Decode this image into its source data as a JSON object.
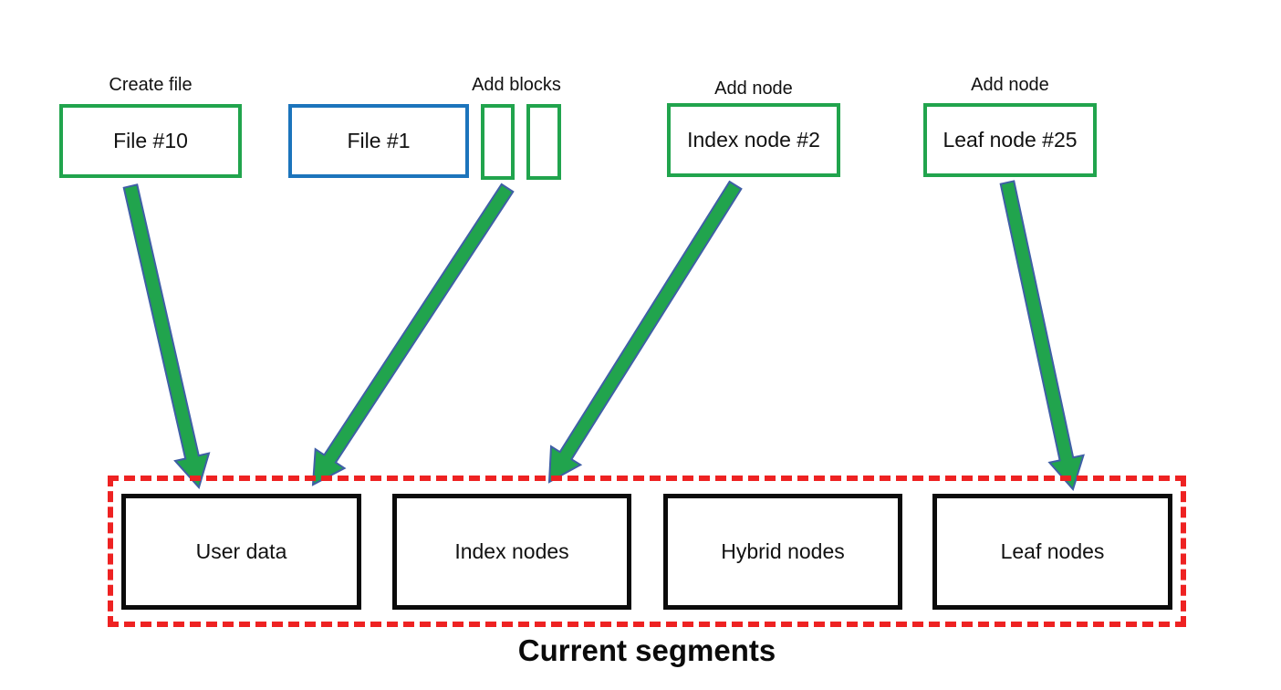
{
  "diagram": {
    "colors": {
      "green": "#21a44d",
      "blue": "#1c74bc",
      "red": "#ee2222",
      "ink": "#111111",
      "arrow_outline": "#3f5fa6"
    },
    "operations": [
      {
        "label": "Create file",
        "box": "File #10"
      },
      {
        "label": "Add blocks",
        "box": "File #1"
      },
      {
        "label": "Add node",
        "box": "Index node #2"
      },
      {
        "label": "Add node",
        "box": "Leaf node #25"
      }
    ],
    "segments": [
      {
        "label": "User data"
      },
      {
        "label": "Index nodes"
      },
      {
        "label": "Hybrid nodes"
      },
      {
        "label": "Leaf nodes"
      }
    ],
    "caption": "Current segments"
  }
}
